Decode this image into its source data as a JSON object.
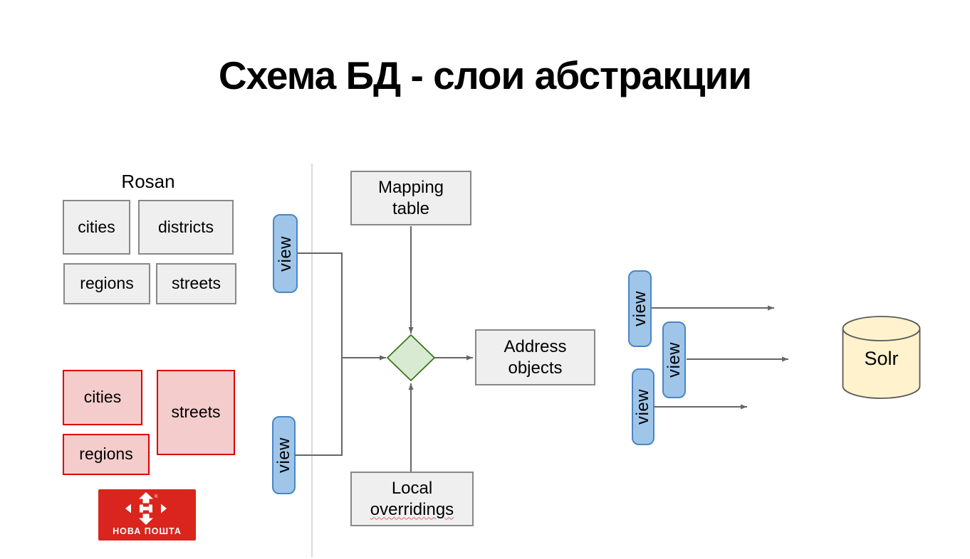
{
  "title": "Схема БД - слои абстракции",
  "rosan_group": {
    "label": "Rosan",
    "tables": [
      "cities",
      "districts",
      "regions",
      "streets"
    ]
  },
  "nova_poshta_group": {
    "tables": [
      "cities",
      "streets",
      "regions"
    ],
    "logo": {
      "text": "НОВА ПОШТА",
      "registered_mark": "®"
    }
  },
  "abstraction_layer": {
    "left_views": [
      {
        "label": "view"
      },
      {
        "label": "view"
      }
    ],
    "mapping_table": {
      "lines": [
        "Mapping",
        "table"
      ]
    },
    "address_objects": {
      "lines": [
        "Address",
        "objects"
      ]
    },
    "local_overridings": {
      "lines": [
        "Local",
        "overridings"
      ]
    },
    "right_views": [
      {
        "label": "view"
      },
      {
        "label": "view"
      },
      {
        "label": "view"
      }
    ]
  },
  "solr": {
    "label": "Solr"
  },
  "colors": {
    "gray_fill": "#efefef",
    "gray_border": "#888888",
    "pink_fill": "#f4cccc",
    "pink_border": "#dd0000",
    "blue_fill": "#9fc5e8",
    "blue_border": "#4a86c6",
    "diamond_fill": "#d9ead3",
    "diamond_border": "#38761d",
    "cylinder_fill": "#fff2cc",
    "cylinder_border": "#595959",
    "connector": "#666666",
    "brand_red": "#d9251d",
    "divider": "#d9d9d9",
    "spellcheck": "#e06666"
  }
}
